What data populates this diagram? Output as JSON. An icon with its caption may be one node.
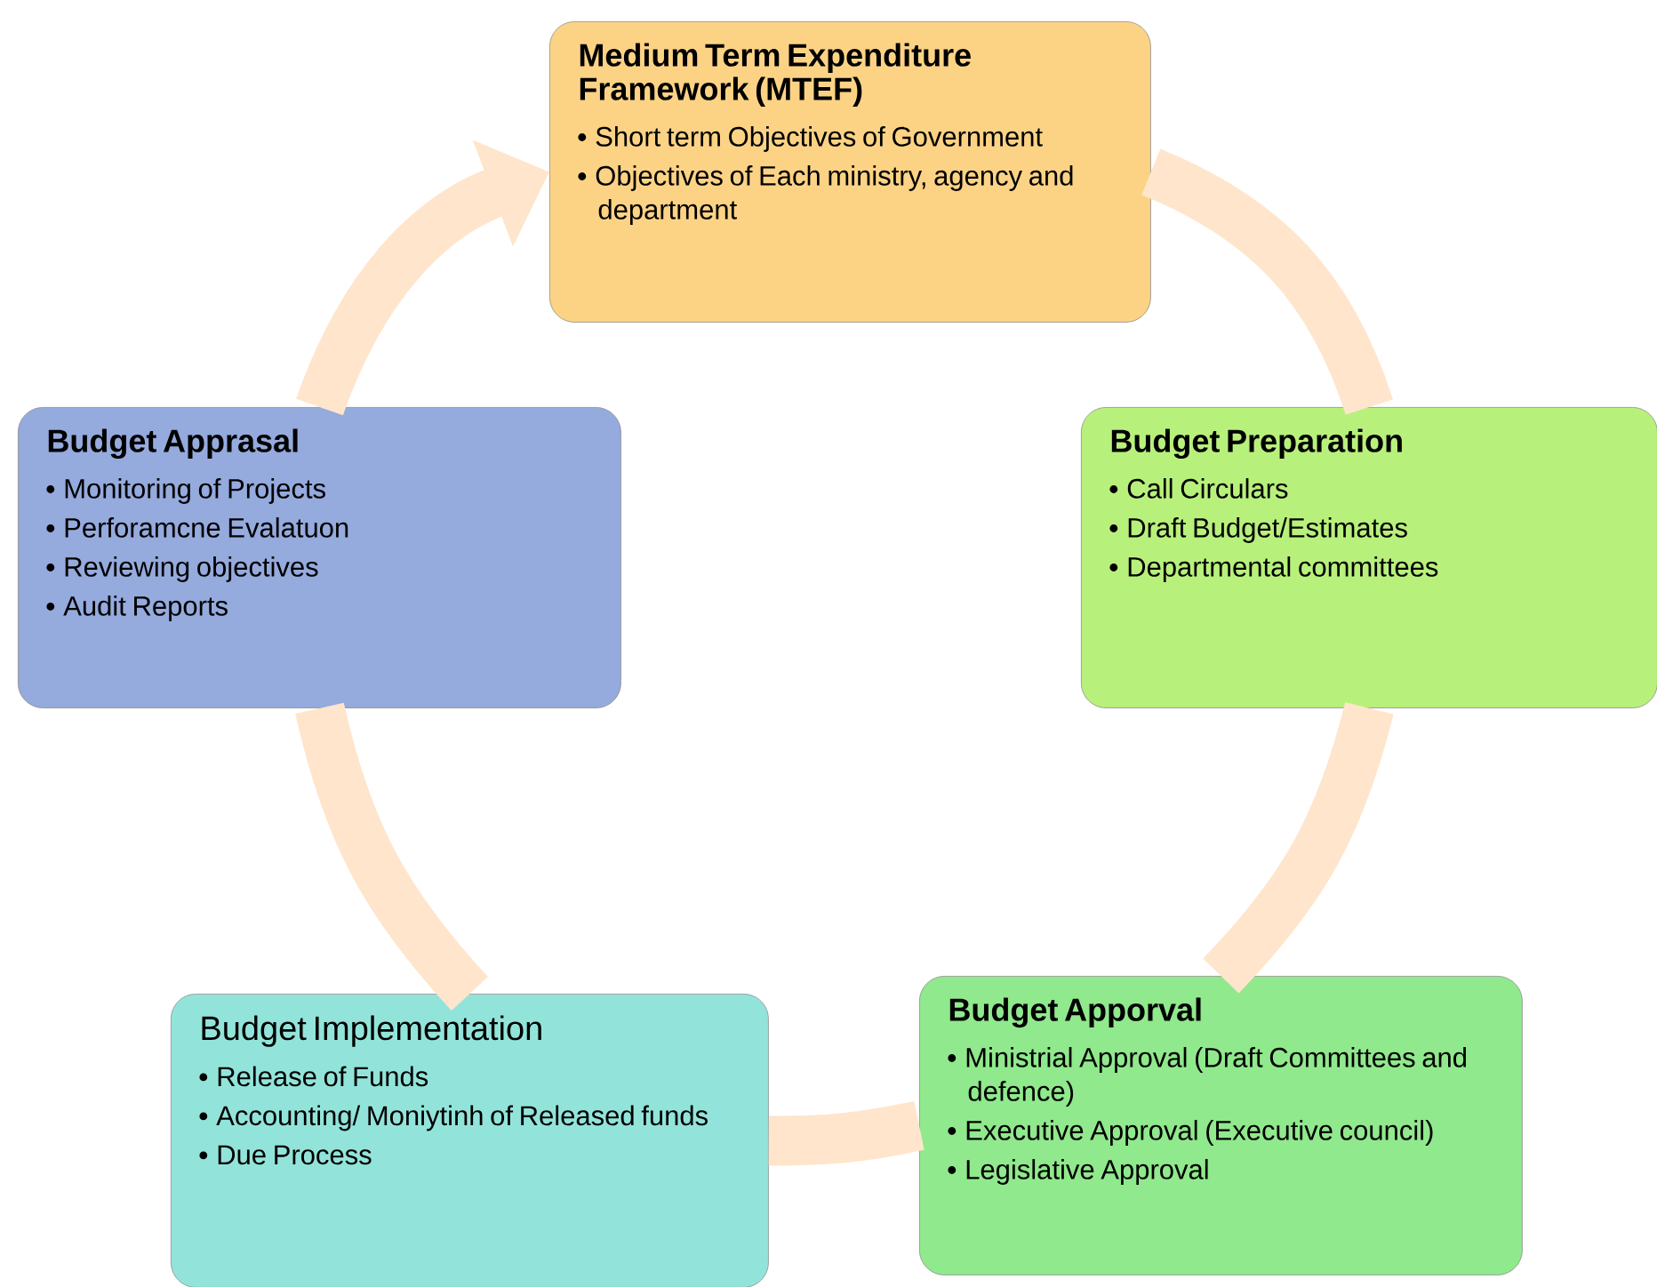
{
  "diagram": {
    "nodes": [
      {
        "text": [
          "Medium Term Expenditure Framework (MTEF)",
          "Short term Objectives of Government",
          "Objectives of Each ministry, agency and department"
        ]
      },
      {
        "text": [
          "Budget Preparation",
          "Call  Circulars",
          "Draft Budget/Estimates",
          "Departmental committees"
        ]
      },
      {
        "text": [
          "Budget Apporval",
          "Ministrial Approval (Draft Committees and defence)",
          "Executive Approval (Executive council)",
          "Legislative Approval"
        ]
      },
      {
        "text": [
          "Budget Implementation",
          "Release of Funds",
          "Accounting/ Moniytinh of  Released funds",
          "Due Process"
        ]
      },
      {
        "text": [
          "Budget Apprasal",
          "Monitoring of Projects",
          "Perforamcne Evalatuon",
          "Reviewing objectives",
          "Audit Reports"
        ]
      }
    ],
    "edges": [
      {
        "from": 0,
        "to": 1,
        "arrow": "none"
      },
      {
        "from": 1,
        "to": 2,
        "arrow": "none"
      },
      {
        "from": 2,
        "to": 3,
        "arrow": "none"
      },
      {
        "from": 3,
        "to": 4,
        "arrow": "none"
      },
      {
        "from": 4,
        "to": 0,
        "arrow": "to"
      }
    ]
  }
}
